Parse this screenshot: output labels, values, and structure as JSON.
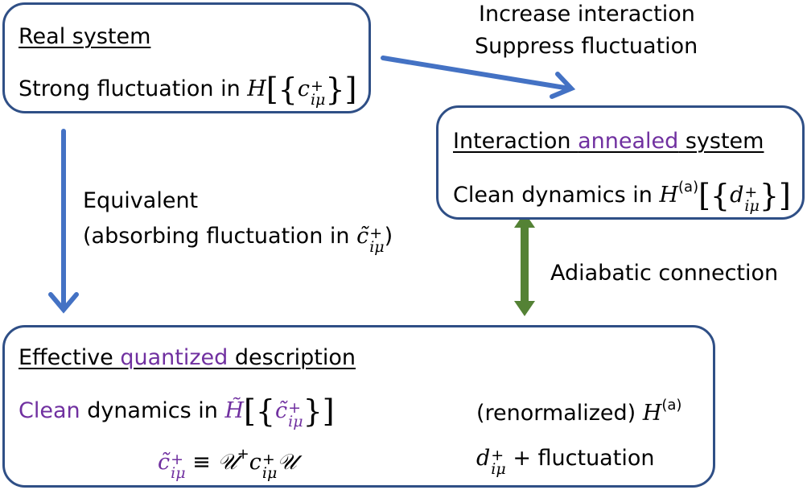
{
  "colors": {
    "box_border": "#2f4f86",
    "blue_arrow": "#4472c4",
    "green_arrow": "#548235",
    "highlight_purple": "#7030a0"
  },
  "real_system": {
    "title": "Real system",
    "line_prefix": "Strong fluctuation in ",
    "hamiltonian": "H",
    "operator": "c",
    "sup": "+",
    "sub": "iμ"
  },
  "annealed_system": {
    "title_prefix": "Interaction ",
    "title_highlight": "annealed",
    "title_suffix": " system",
    "line_prefix": "Clean dynamics in ",
    "hamiltonian": "H",
    "hamiltonian_sup": "(a)",
    "operator": "d",
    "sup": "+",
    "sub": "iμ"
  },
  "top_right_label": {
    "line1": "Increase interaction",
    "line2": "Suppress fluctuation"
  },
  "equivalent_label": {
    "line1": "Equivalent",
    "line2_prefix": "(absorbing fluctuation in ",
    "operator": "c̃",
    "sup": "+",
    "sub": "iμ",
    "line2_suffix": ")"
  },
  "adiabatic_label": "Adiabatic connection",
  "effective_description": {
    "title_prefix": "Effective ",
    "title_highlight": "quantized",
    "title_suffix": " description",
    "row1": {
      "highlight": "Clean",
      "text": " dynamics in ",
      "hamiltonian": "H̃",
      "operator": "c̃",
      "sup": "+",
      "sub": "iμ",
      "right_prefix": "(renormalized) ",
      "right_hamiltonian": "H",
      "right_sup": "(a)"
    },
    "row2": {
      "lhs_operator": "c̃",
      "lhs_sup": "+",
      "lhs_sub": "iμ",
      "equiv": " ≡ ",
      "u1": "𝒰",
      "u1_sup": "+",
      "mid_operator": "c",
      "mid_sup": "+",
      "mid_sub": "iμ",
      "u2": "𝒰",
      "right_operator": "d",
      "right_sup": "+",
      "right_sub": "iμ",
      "right_suffix": " + fluctuation"
    }
  }
}
